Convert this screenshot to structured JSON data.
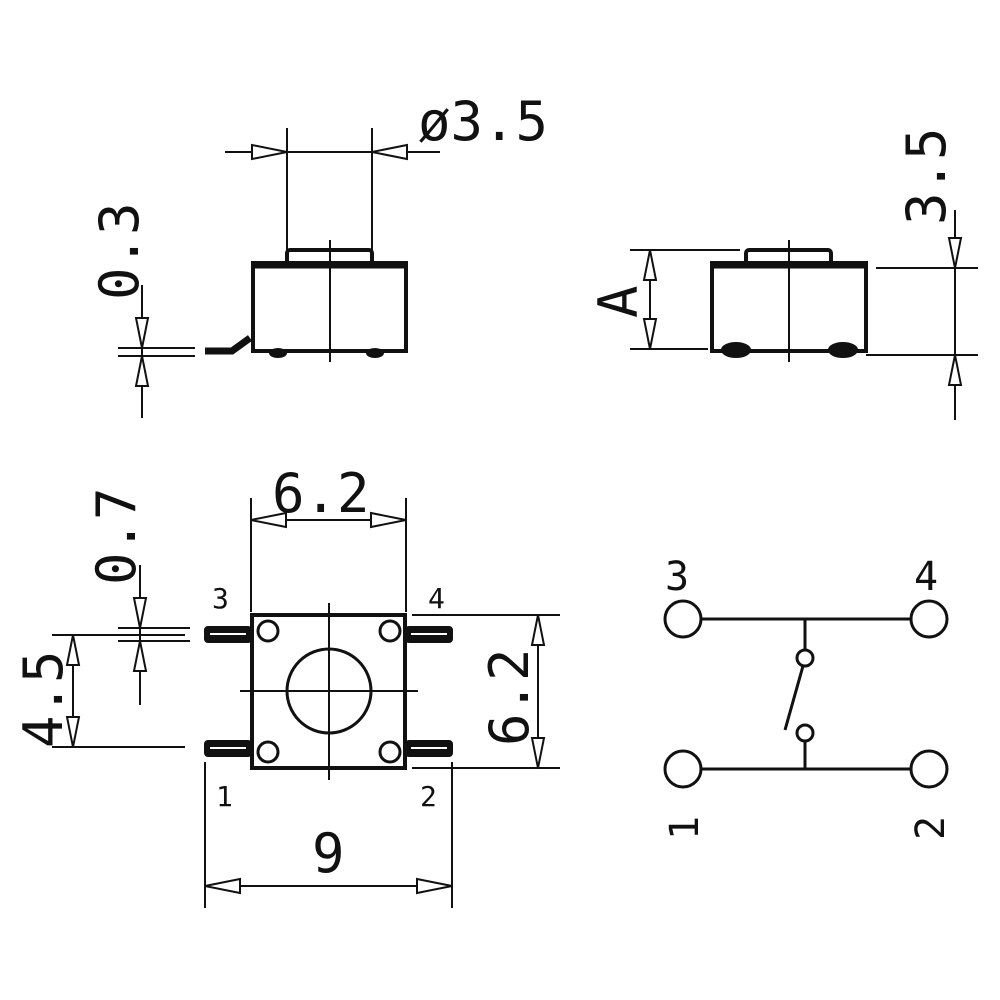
{
  "dimensions": {
    "top_diameter": "ø3.5",
    "top_lead": "0.3",
    "side_height": "3.5",
    "side_variable": "A",
    "plan_pin_thickness": "0.7",
    "plan_pitch_vertical": "4.5",
    "plan_width_top": "6.2",
    "plan_height_right": "6.2",
    "plan_overall_width": "9"
  },
  "pins": {
    "plan": [
      "3",
      "4",
      "1",
      "2"
    ],
    "schematic": [
      "3",
      "4",
      "1",
      "2"
    ]
  }
}
